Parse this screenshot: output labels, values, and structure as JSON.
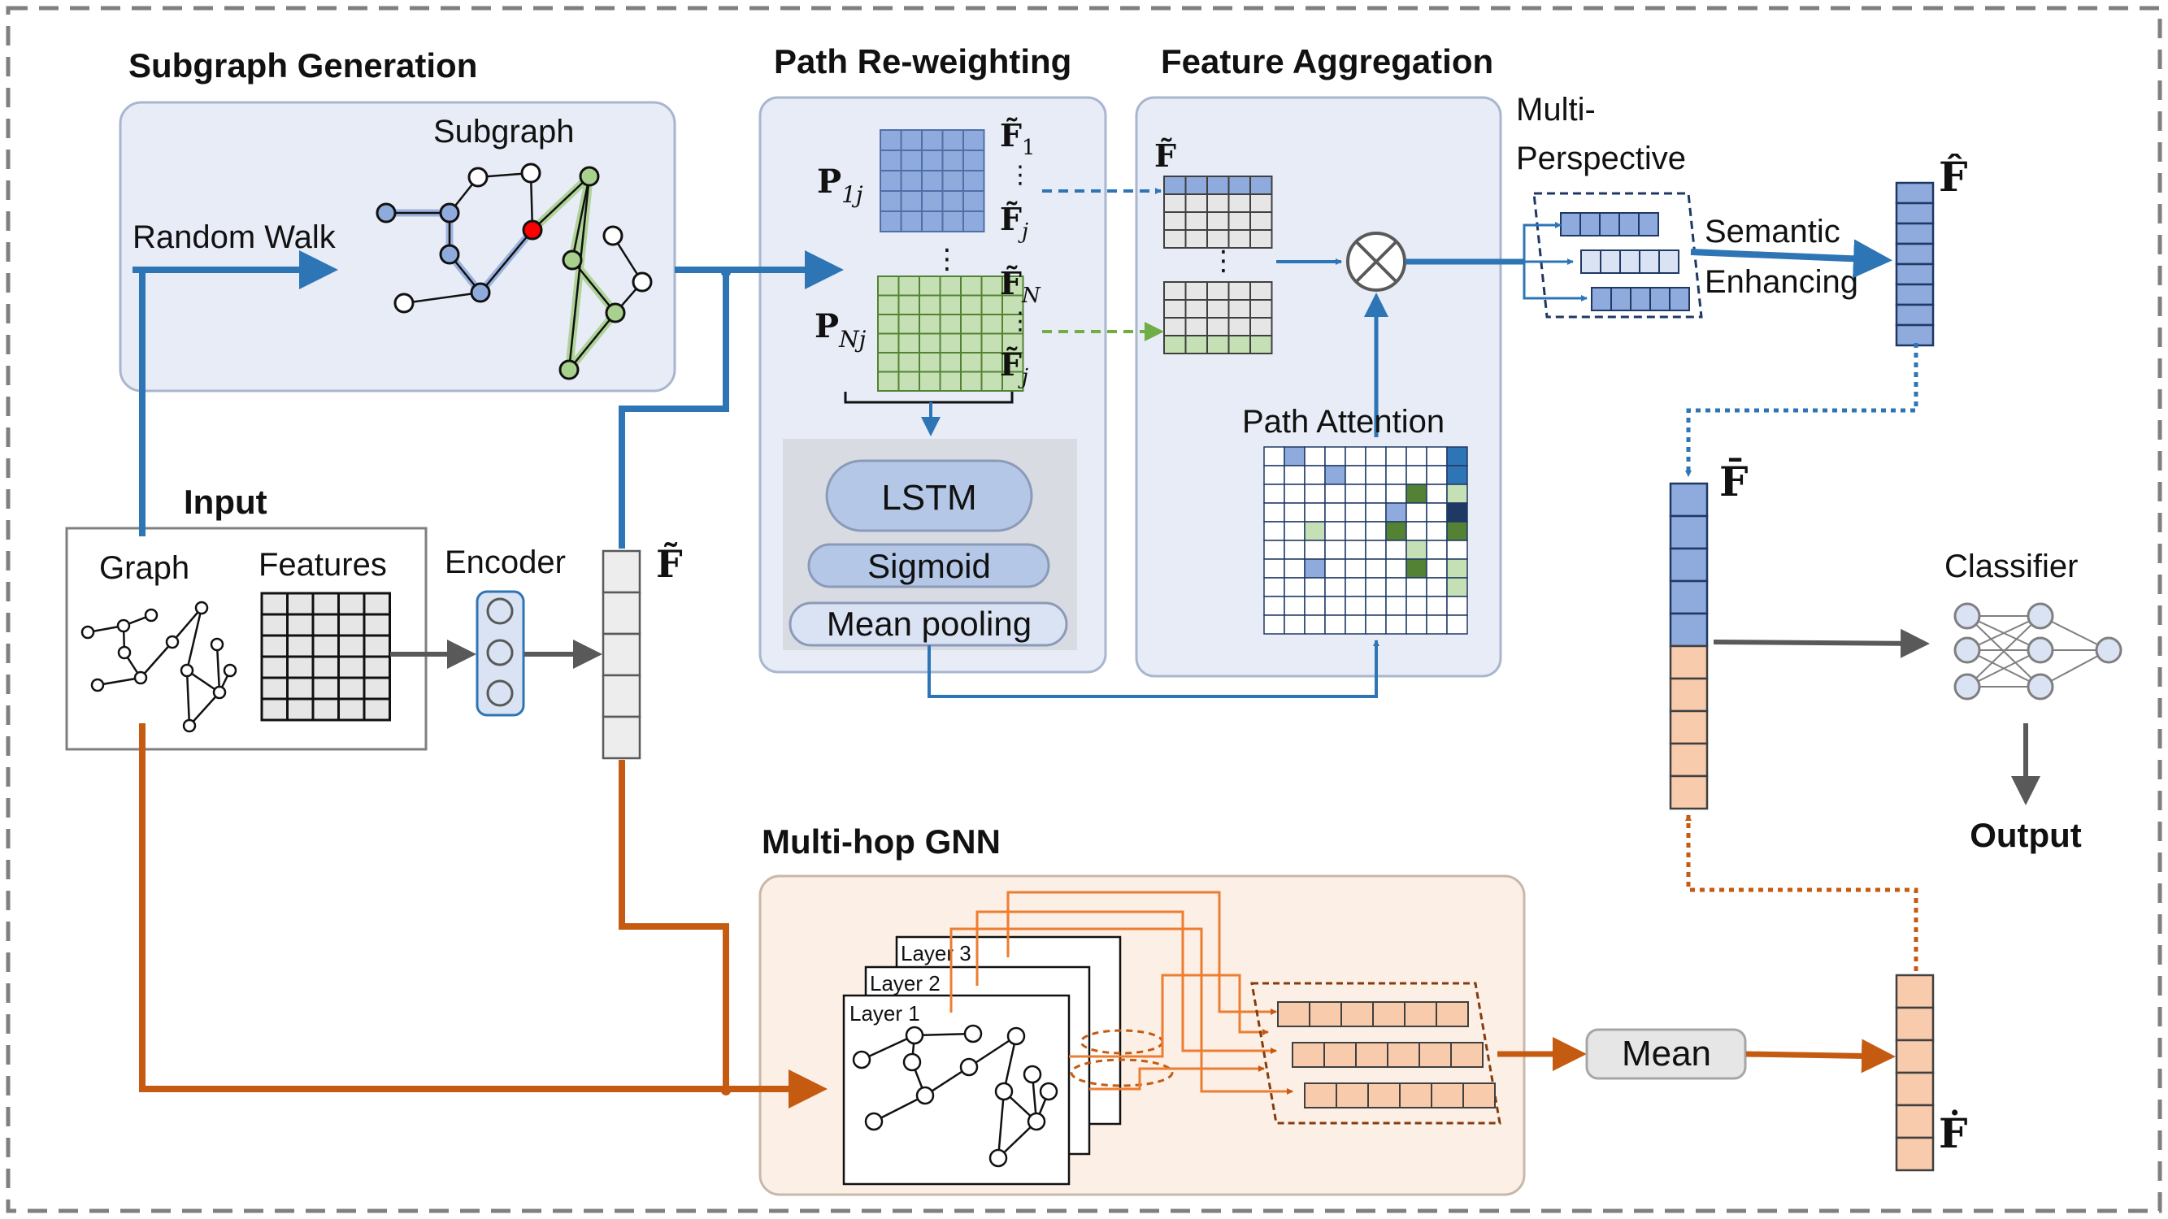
{
  "sections": {
    "subgraph_generation": "Subgraph Generation",
    "path_reweighting": "Path Re-weighting",
    "feature_aggregation": "Feature Aggregation",
    "multi_hop_gnn": "Multi-hop GNN",
    "input": "Input"
  },
  "labels": {
    "subgraph": "Subgraph",
    "random_walk": "Random Walk",
    "graph": "Graph",
    "features": "Features",
    "encoder": "Encoder",
    "lstm": "LSTM",
    "sigmoid": "Sigmoid",
    "mean_pooling": "Mean pooling",
    "path_attention": "Path Attention",
    "multi": "Multi-",
    "perspective": "Perspective",
    "semantic": "Semantic",
    "enhancing": "Enhancing",
    "classifier": "Classifier",
    "output": "Output",
    "mean": "Mean",
    "layer1": "Layer 1",
    "layer2": "Layer 2",
    "layer3": "Layer 3",
    "vdots": "⋮"
  },
  "math": {
    "F_tilde": "F̃",
    "F_hat": "F̂",
    "F_bar": "F̄",
    "F_dot": "Ḟ",
    "F_tilde_1": "F̃",
    "F_tilde_j": "F̃",
    "F_tilde_N": "F̃",
    "sub_1": "1",
    "sub_j": "j",
    "sub_N": "N",
    "P": "P",
    "sub_1j": "1j",
    "sub_Nj": "Nj"
  },
  "colors": {
    "blue": "#2e75b6",
    "orange": "#c55a11",
    "green": "#70ad47",
    "panel_blue": "#e8ecf6",
    "panel_orange": "#fcefe6",
    "cell_blue": "#8faadc",
    "cell_green": "#c5e0b4",
    "cell_orange": "#f8cbad",
    "gray": "#595959"
  }
}
